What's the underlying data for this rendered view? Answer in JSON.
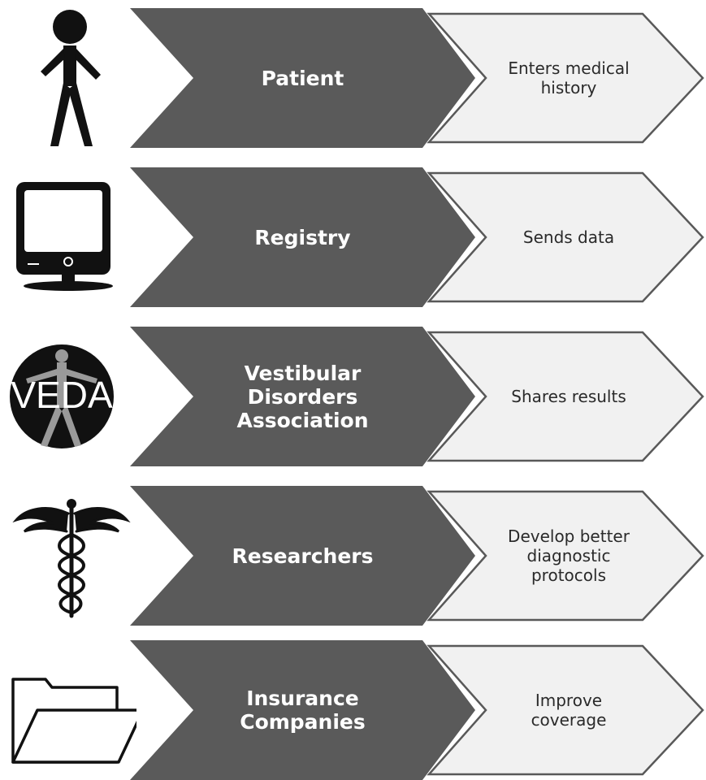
{
  "colors": {
    "dark_chevron": "#5a5a5a",
    "light_chevron_fill": "#f1f1f1",
    "light_chevron_stroke": "#595959",
    "icon": "#111111"
  },
  "steps": [
    {
      "role": "Patient",
      "action": "Enters medical\nhistory",
      "icon": "person-icon"
    },
    {
      "role": "Registry",
      "action": "Sends data",
      "icon": "computer-monitor-icon"
    },
    {
      "role": "Vestibular\nDisorders\nAssociation",
      "action": "Shares results",
      "icon": "veda-logo",
      "logo_text": "VEDA"
    },
    {
      "role": "Researchers",
      "action": "Develop better\ndiagnostic\nprotocols",
      "icon": "caduceus-icon"
    },
    {
      "role": "Insurance\nCompanies",
      "action": "Improve\ncoverage",
      "icon": "folder-icon"
    }
  ]
}
